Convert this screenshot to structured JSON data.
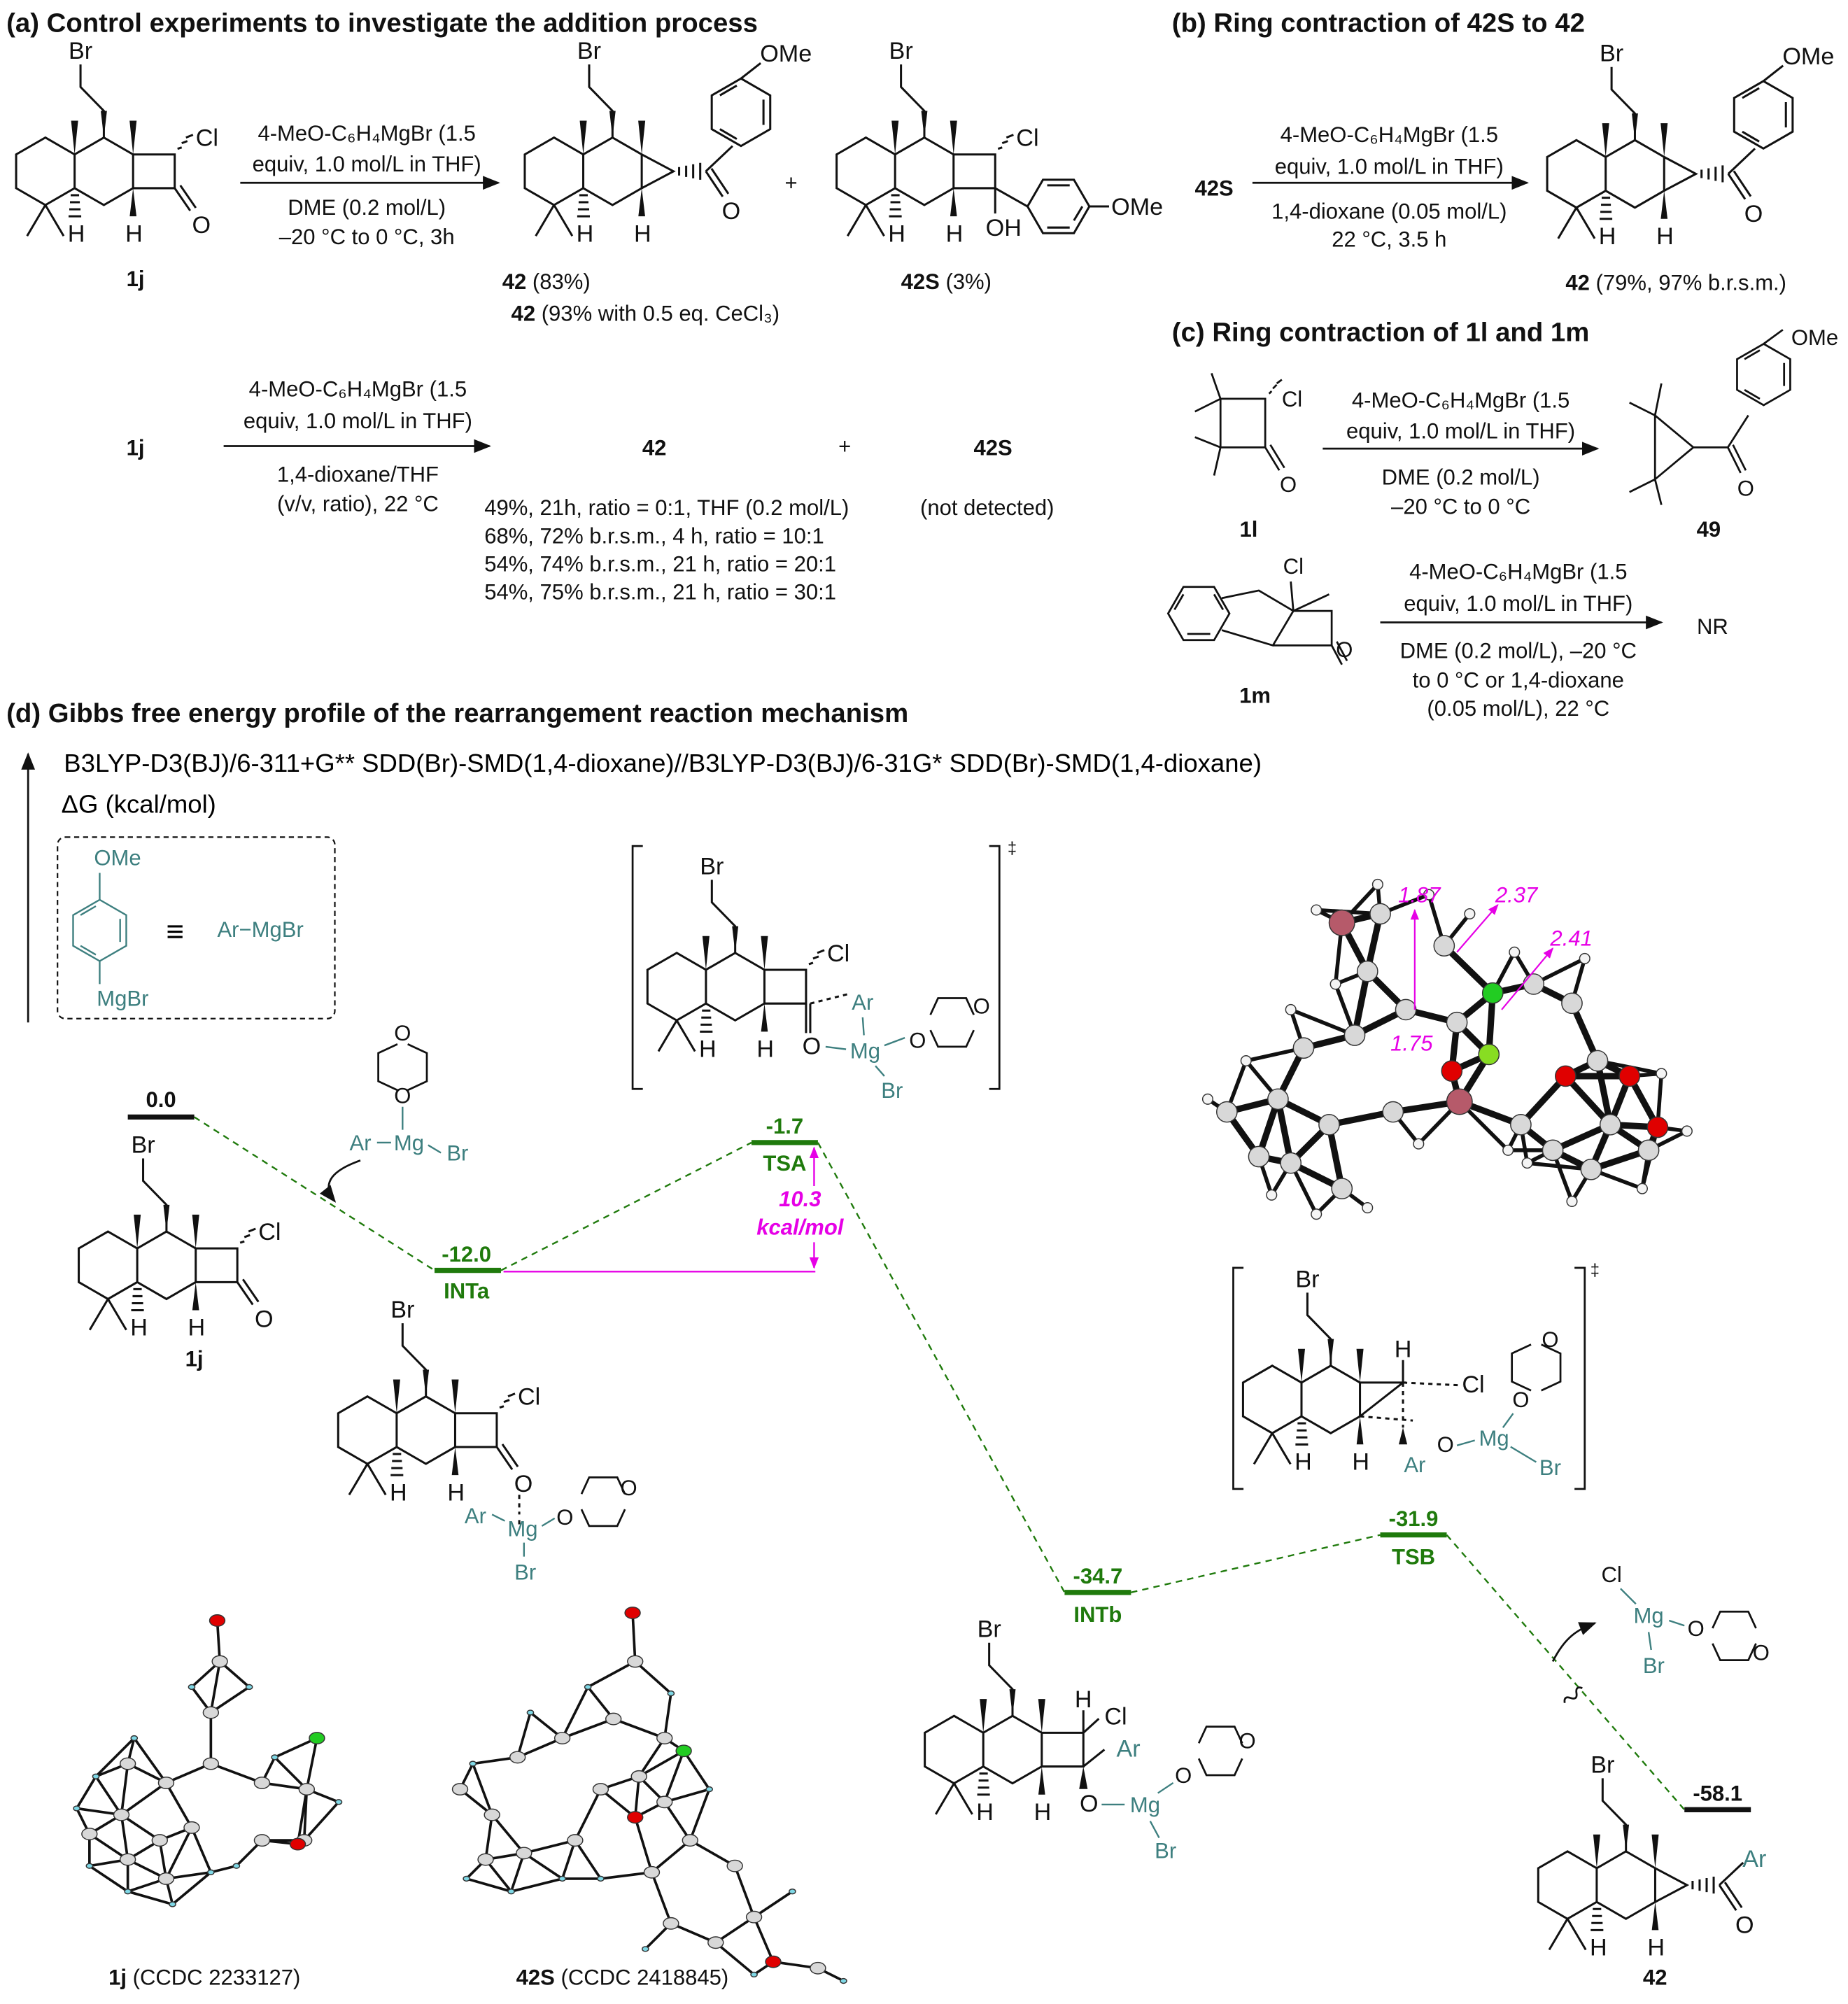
{
  "panel_a": {
    "title": "(a) Control experiments to investigate the addition process",
    "rxn1": {
      "reagent1": "4-MeO-C₆H₄MgBr (1.5",
      "reagent2": "equiv, 1.0 mol/L in THF)",
      "cond1": "DME (0.2 mol/L)",
      "cond2": "–20 °C to 0 °C, 3h"
    },
    "sm_label": "1j",
    "plus": "+",
    "p1_label": "42",
    "p1_yield": "(83%)",
    "p1_note_label": "42",
    "p1_note": "(93% with 0.5 eq. CeCl₃)",
    "p2_label": "42S",
    "p2_yield": "(3%)",
    "rxn2": {
      "reagent1": "4-MeO-C₆H₄MgBr (1.5",
      "reagent2": "equiv, 1.0 mol/L in THF)",
      "cond1": "1,4-dioxane/THF",
      "cond2": "(v/v, ratio), 22 °C"
    },
    "rxn2_sm": "1j",
    "rxn2_p1": "42",
    "rxn2_p2": "42S",
    "results": [
      "49%, 21h, ratio = 0:1, THF (0.2 mol/L)",
      "68%, 72% b.r.s.m., 4 h, ratio = 10:1",
      "54%, 74% b.r.s.m., 21 h, ratio = 20:1",
      "54%, 75% b.r.s.m., 21 h, ratio = 30:1"
    ],
    "not_detected": "(not detected)"
  },
  "panel_b": {
    "title": "(b) Ring contraction of 42S to 42",
    "sm_label": "42S",
    "reagent1": "4-MeO-C₆H₄MgBr (1.5",
    "reagent2": "equiv, 1.0 mol/L in THF)",
    "cond1": "1,4-dioxane (0.05 mol/L)",
    "cond2": "22 °C, 3.5 h",
    "p_label": "42",
    "p_yield": "(79%, 97% b.r.s.m.)"
  },
  "panel_c": {
    "title": "(c) Ring contraction of 1l and 1m",
    "rxn1": {
      "sm_label": "1l",
      "reagent1": "4-MeO-C₆H₄MgBr (1.5",
      "reagent2": "equiv, 1.0 mol/L in THF)",
      "cond1": "DME (0.2 mol/L)",
      "cond2": "–20 °C to 0 °C",
      "p_label": "49"
    },
    "rxn2": {
      "sm_label": "1m",
      "reagent1": "4-MeO-C₆H₄MgBr (1.5",
      "reagent2": "equiv, 1.0 mol/L in THF)",
      "cond1": "DME (0.2 mol/L), –20 °C",
      "cond2": "to 0 °C or 1,4-dioxane",
      "cond3": "(0.05 mol/L),  22 °C",
      "result": "NR"
    }
  },
  "panel_d": {
    "title": "(d) Gibbs free energy profile of the rearrangement reaction mechanism",
    "method": "B3LYP-D3(BJ)/6-311+G** SDD(Br)-SMD(1,4-dioxane)//B3LYP-D3(BJ)/6-31G* SDD(Br)-SMD(1,4-dioxane)",
    "axis_label": "ΔG (kcal/mol)",
    "legend": {
      "equiv": "≡",
      "armgbr": "Ar−MgBr",
      "ome": "OMe",
      "mgbr": "MgBr"
    },
    "levels": [
      {
        "name": "",
        "value": "0.0"
      },
      {
        "name": "INTa",
        "value": "-12.0"
      },
      {
        "name": "TSA",
        "value": "-1.7"
      },
      {
        "name": "INTb",
        "value": "-34.7"
      },
      {
        "name": "TSB",
        "value": "-31.9"
      },
      {
        "name": "",
        "value": "-58.1"
      }
    ],
    "barrier": {
      "value": "10.3",
      "unit": "kcal/mol"
    },
    "distances": [
      "1.87",
      "2.37",
      "2.41",
      "1.75"
    ],
    "dagger": "‡",
    "sm_label": "1j",
    "product_label": "42",
    "crystal": [
      {
        "id": "1j",
        "ccdc": "(CCDC 2233127)"
      },
      {
        "id": "42S",
        "ccdc": "(CCDC 2418845)"
      }
    ]
  },
  "atoms": {
    "Br": "Br",
    "Cl": "Cl",
    "H": "H",
    "O": "O",
    "OMe": "OMe",
    "OH": "OH",
    "Ar": "Ar",
    "Mg": "Mg"
  },
  "colors": {
    "level_green": "#1f7a0c",
    "annotation_magenta": "#e600e6",
    "reagent_teal": "#3d7f7f"
  }
}
